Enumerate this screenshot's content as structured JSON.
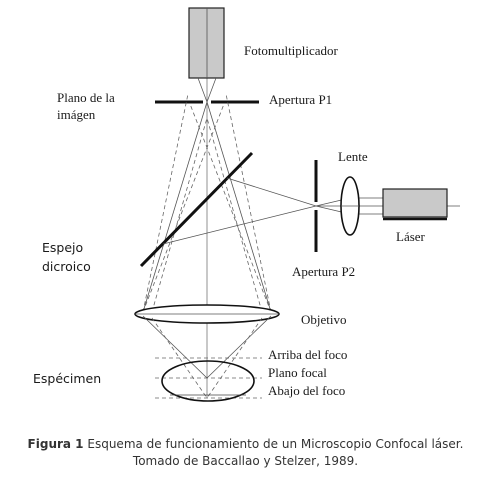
{
  "labels": {
    "fotomultiplicador": "Fotomultiplicador",
    "plano_line1": "Plano de la",
    "plano_line2": "imágen",
    "apertura_p1": "Apertura P1",
    "lente": "Lente",
    "laser": "Láser",
    "espejo_line1": "Espejo",
    "espejo_line2": "dicroico",
    "apertura_p2": "Apertura P2",
    "objetivo": "Objetivo",
    "arriba": "Arriba del foco",
    "plano_focal": "Plano focal",
    "abajo": "Abajo del foco",
    "especimen": "Espécimen"
  },
  "caption": {
    "label": "Figura 1",
    "line1": "Esquema de funcionamiento de un Microscopio Confocal láser.",
    "line2": "Tomado de Baccallao y Stelzer, 1989."
  }
}
